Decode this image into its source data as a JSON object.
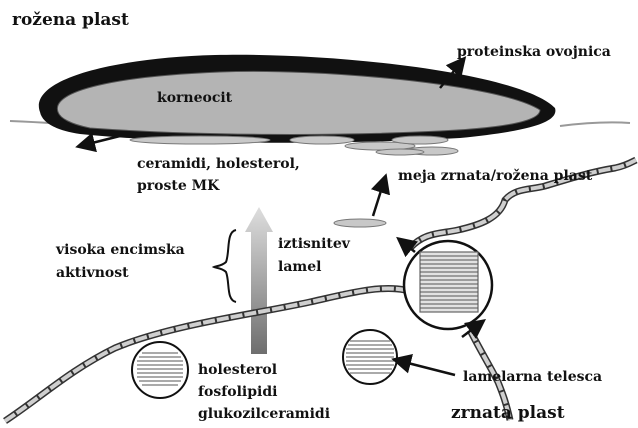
{
  "labels": {
    "top_layer": "rožena plast",
    "protein_envelope": "proteinska ovojnica",
    "corneocyte": "korneocit",
    "lipids_line1": "ceramidi, holesterol,",
    "lipids_line2": "proste MK",
    "boundary": "meja zrnata/rožena plast",
    "enzyme_line1": "visoka encimska",
    "enzyme_line2": "aktivnost",
    "extrusion_line1": "iztisnitev",
    "extrusion_line2": "lamel",
    "precursor_1": "holesterol",
    "precursor_2": "fosfolipidi",
    "precursor_3": "glukozilceramidi",
    "lamellar_bodies": "lamelarna telesca",
    "bottom_layer": "zrnata plast"
  },
  "colors": {
    "corneocyte_fill": "#b4b4b4",
    "envelope": "#111111",
    "lipid_lamella": "#c8c8c8",
    "gradient_arrow_top": "#d9d9d9",
    "gradient_arrow_bottom": "#6e6e6e"
  }
}
